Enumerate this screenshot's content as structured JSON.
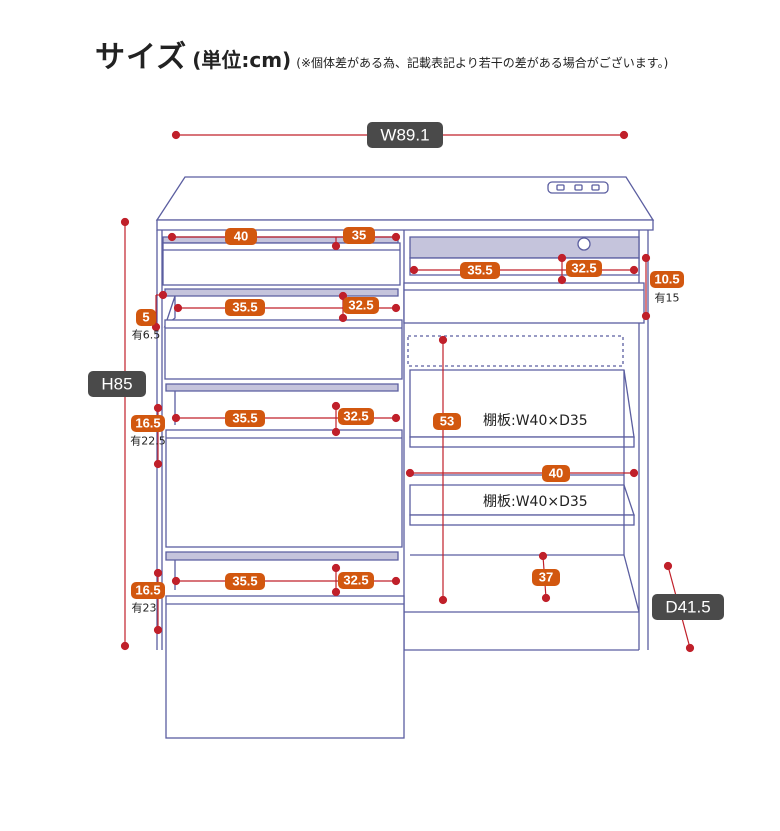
{
  "title": {
    "main": "サイズ",
    "unit": "(単位:cm)",
    "note": "(※個体差がある為、記載表記より若干の差がある場合がございます。)"
  },
  "dimensions": {
    "width": "W89.1",
    "height": "H85",
    "depth": "D41.5"
  },
  "drawer_top": {
    "left_width": "40",
    "right_width": "35"
  },
  "drawer_2": {
    "width": "35.5",
    "depth": "32.5",
    "height": "5",
    "height_note": "有6.5"
  },
  "drawer_3": {
    "width": "35.5",
    "depth": "32.5",
    "height": "16.5",
    "height_note": "有22.5"
  },
  "drawer_4": {
    "width": "35.5",
    "depth": "32.5",
    "height": "16.5",
    "height_note": "有23"
  },
  "right_drawer": {
    "width": "35.5",
    "depth": "32.5",
    "height": "10.5",
    "height_note": "有15"
  },
  "open_space": {
    "height": "53",
    "width": "40",
    "depth": "37"
  },
  "shelves": [
    "棚板:W40×D35",
    "棚板:W40×D35"
  ],
  "colors": {
    "orange": "#d2570f",
    "dim_red": "#c0202a",
    "label_dark": "#4a4a4a",
    "frame": "#5b5ea0",
    "shade": "#c5c4dc"
  }
}
